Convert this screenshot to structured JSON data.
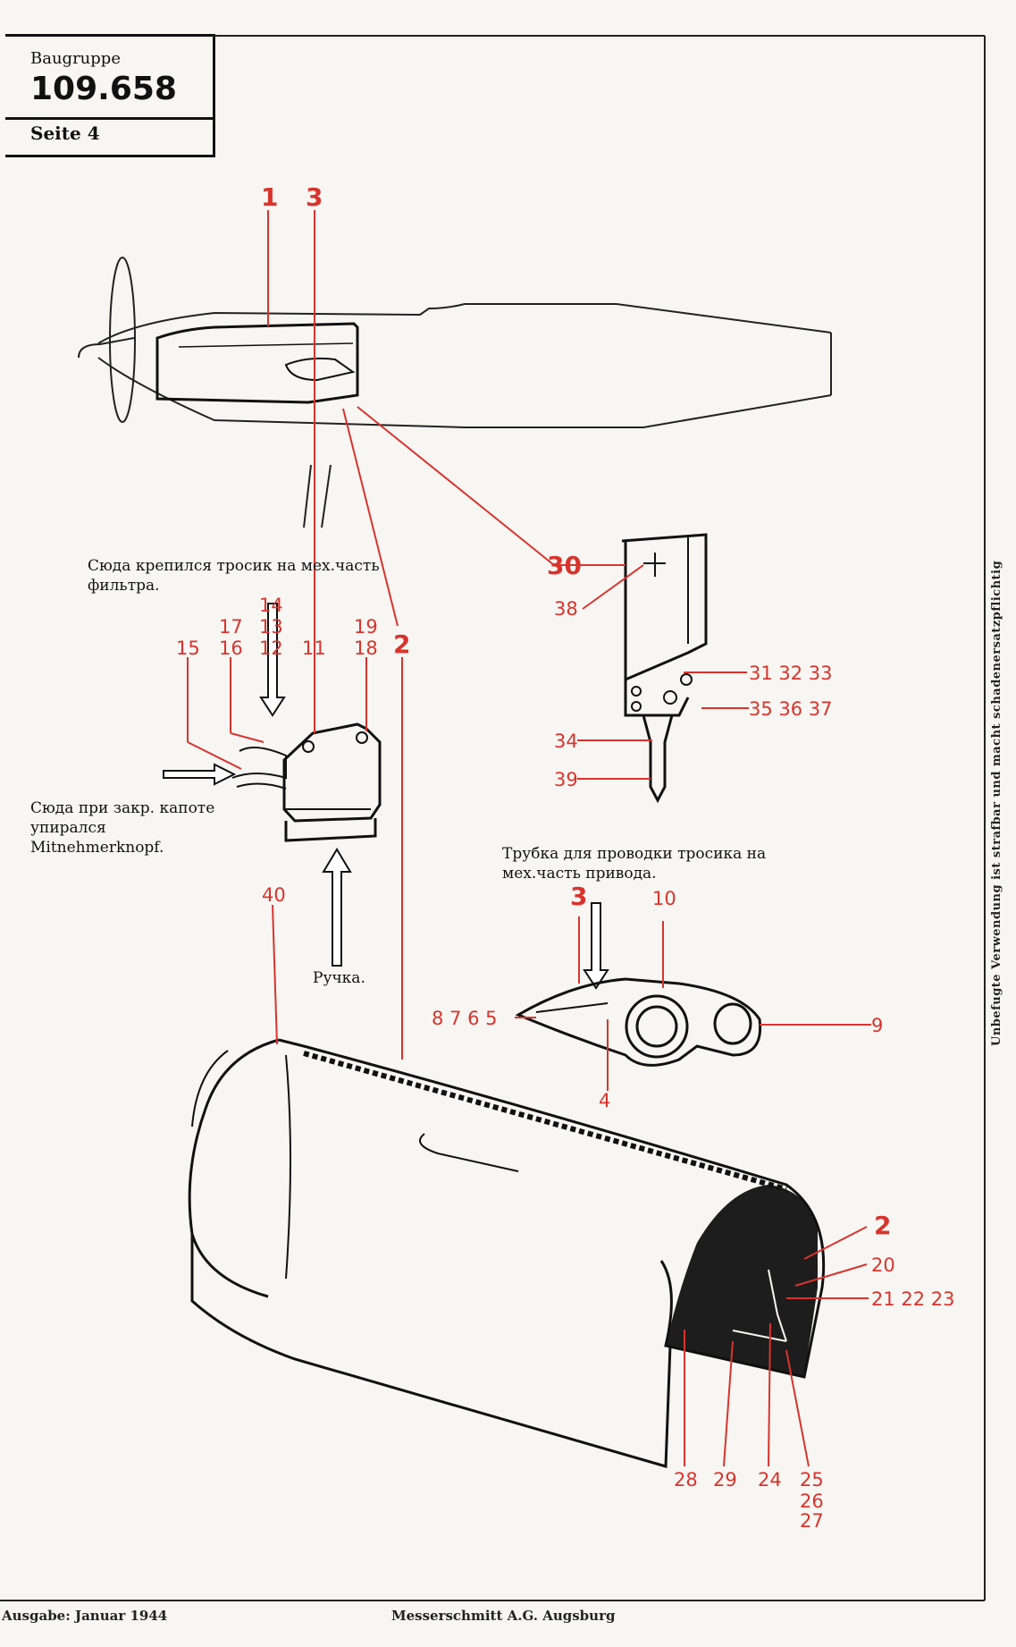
{
  "header": {
    "group_label": "Baugruppe",
    "group_number": "109.658",
    "page_label": "Seite 4"
  },
  "annotations": {
    "cable_filter": "Сюда крепился тросик на мех.часть фильтра.",
    "cowl_closed": "Сюда при закр. капоте упирался Mitnehmerknopf.",
    "handle": "Ручка.",
    "tube": "Трубка для проводки тросика на мех.часть привода."
  },
  "callouts": [
    "1",
    "3",
    "30",
    "38",
    "31 32 33",
    "35 36 37",
    "34",
    "39",
    "17",
    "16",
    "15",
    "14",
    "13",
    "12",
    "11",
    "19",
    "18",
    "2",
    "40",
    "3",
    "10",
    "8 7 6 5",
    "9",
    "4",
    "2",
    "20",
    "21 22 23",
    "28",
    "29",
    "24",
    "25",
    "26",
    "27"
  ],
  "side_text": "Unbefugte Verwendung ist strafbar und macht schadenersatzpflichtig",
  "footer": {
    "issue": "Ausgabe: Januar 1944",
    "publisher": "Messerschmitt A.G. Augsburg"
  },
  "colors": {
    "callout": "#d8342c",
    "line": "#111111",
    "paper": "#f7f6f3"
  }
}
